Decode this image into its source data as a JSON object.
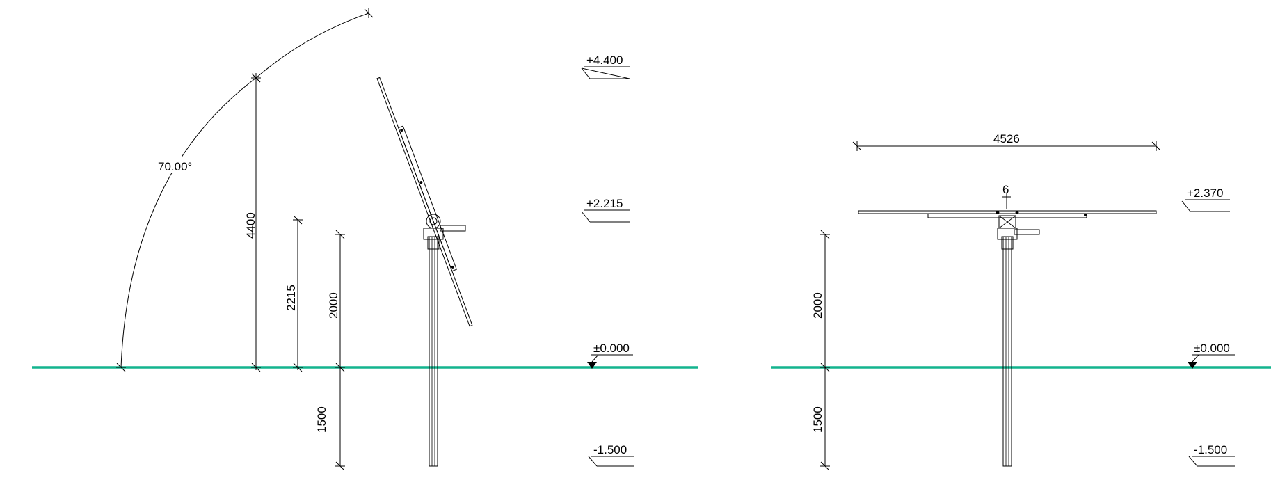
{
  "colors": {
    "ground_line": "#13b48e",
    "ink": "#000000"
  },
  "left_view": {
    "angle_label": "70.00°",
    "dim_total_height": "4400",
    "dim_pivot_height": "2215",
    "dim_post_height": "2000",
    "dim_embed_depth": "1500",
    "level_top": "+4.400",
    "level_pivot": "+2.215",
    "level_ground": "±0.000",
    "level_bottom": "-1.500"
  },
  "right_view": {
    "dim_panel_width": "4526",
    "dim_small": "6",
    "dim_post_height": "2000",
    "dim_embed_depth": "1500",
    "level_pivot": "+2.370",
    "level_ground": "±0.000",
    "level_bottom": "-1.500"
  }
}
